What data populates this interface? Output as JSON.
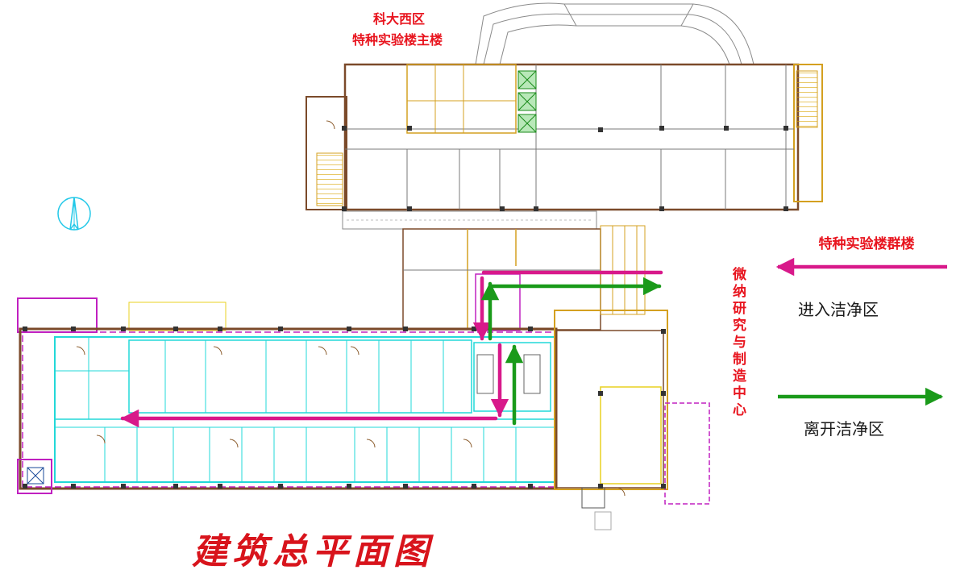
{
  "labels": {
    "building_area": "科大西区",
    "building_name": "特种实验楼主楼",
    "group_label": "特种实验楼群楼",
    "center_name": "微纳研究与制造中心",
    "legend_enter": "进入洁净区",
    "legend_exit": "离开洁净区",
    "main_title": "建筑总平面图"
  },
  "colors": {
    "accent_red": "#e8141e",
    "enter_arrow": "#d8198a",
    "exit_arrow": "#1a9a1a",
    "cad_cyan": "#22d8d8",
    "cad_yellow": "#e8d020",
    "cad_magenta": "#c020c0",
    "cad_brown": "#a0522d"
  },
  "icons": [
    "north-arrow-icon",
    "elevator-icon"
  ]
}
